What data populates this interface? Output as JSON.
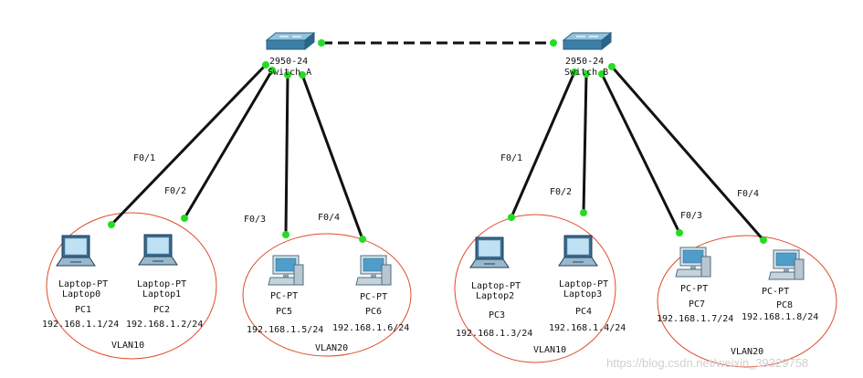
{
  "switches": [
    {
      "model": "2950-24",
      "name": "Switch A"
    },
    {
      "model": "2950-24",
      "name": "Switch B"
    }
  ],
  "ports": {
    "a1": "F0/1",
    "a2": "F0/2",
    "a3": "F0/3",
    "a4": "F0/4",
    "b1": "F0/1",
    "b2": "F0/2",
    "b3": "F0/3",
    "b4": "F0/4"
  },
  "hosts": {
    "pc1": {
      "type": "Laptop-PT",
      "device": "Laptop0",
      "name": "PC1",
      "ip": "192.168.1.1/24"
    },
    "pc2": {
      "type": "Laptop-PT",
      "device": "Laptop1",
      "name": "PC2",
      "ip": "192.168.1.2/24"
    },
    "pc5": {
      "type": "PC-PT",
      "name": "PC5",
      "ip": "192.168.1.5/24"
    },
    "pc6": {
      "type": "PC-PT",
      "name": "PC6",
      "ip": "192.168.1.6/24"
    },
    "pc3": {
      "type": "Laptop-PT",
      "device": "Laptop2",
      "name": "PC3",
      "ip": "192.168.1.3/24"
    },
    "pc4": {
      "type": "Laptop-PT",
      "device": "Laptop3",
      "name": "PC4",
      "ip": "192.168.1.4/24"
    },
    "pc7": {
      "type": "PC-PT",
      "name": "PC7",
      "ip": "192.168.1.7/24"
    },
    "pc8": {
      "type": "PC-PT",
      "name": "PC8",
      "ip": "192.168.1.8/24"
    }
  },
  "vlans": {
    "a10": "VLAN10",
    "a20": "VLAN20",
    "b10": "VLAN10",
    "b20": "VLAN20"
  },
  "watermark": "https://blog.csdn.net/weixin_39329758",
  "colors": {
    "link": "#111111",
    "link_dot": "#22dd22",
    "vlan_ring": "#e04a2a",
    "switch_body": "#3b7fa8"
  }
}
